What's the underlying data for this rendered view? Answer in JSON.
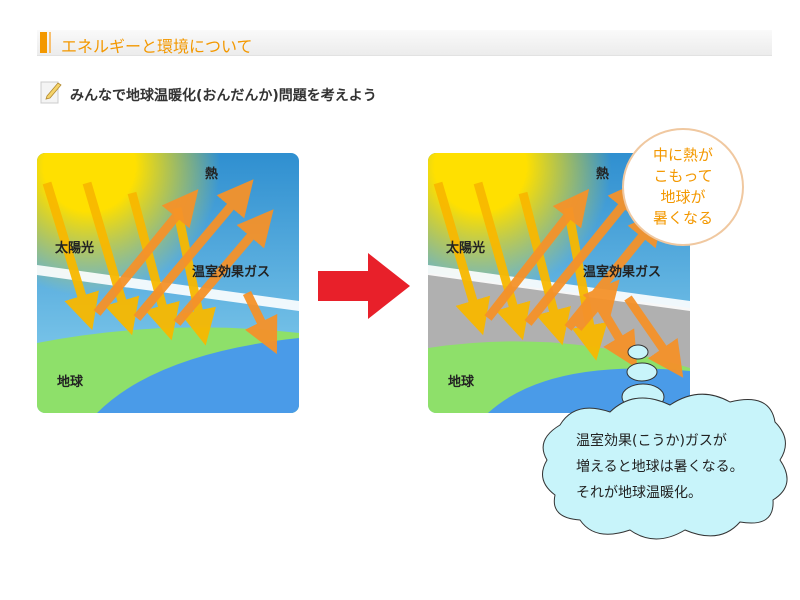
{
  "header": {
    "title": "エネルギーと環境について"
  },
  "subtitle": {
    "text": "みんなで地球温暖化(おんだんか)問題を考えよう",
    "icon": "pencil-note-icon"
  },
  "left_panel": {
    "heat": "熱",
    "sunlight": "太陽光",
    "gas": "温室効果ガス",
    "earth": "地球"
  },
  "right_panel": {
    "heat": "熱",
    "sunlight": "太陽光",
    "gas": "温室効果ガス",
    "earth": "地球"
  },
  "speech_bubble": {
    "lines": [
      "中に熱が",
      "こもって",
      "地球が",
      "暑くなる"
    ]
  },
  "thought_cloud": {
    "lines": [
      "温室効果(こうか)ガスが",
      "増えると地球は暑くなる。",
      "それが地球温暖化。"
    ]
  },
  "colors": {
    "accent": "#f39800",
    "arrow_red": "#e8202a",
    "cloud_fill": "#c8f4fa"
  }
}
